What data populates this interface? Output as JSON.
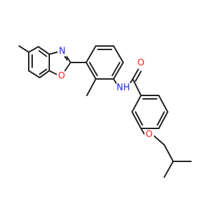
{
  "molecule": {
    "atoms": {
      "n_oxazole": {
        "text": "N",
        "color": "#1f1fff"
      },
      "o_oxazole": {
        "text": "O",
        "color": "#ff1f1f"
      },
      "o_carbonyl": {
        "text": "O",
        "color": "#ff1f1f"
      },
      "n_amide": {
        "text": "NH",
        "color": "#1f1fff"
      },
      "o_ether": {
        "text": "O",
        "color": "#ff1f1f"
      }
    }
  }
}
